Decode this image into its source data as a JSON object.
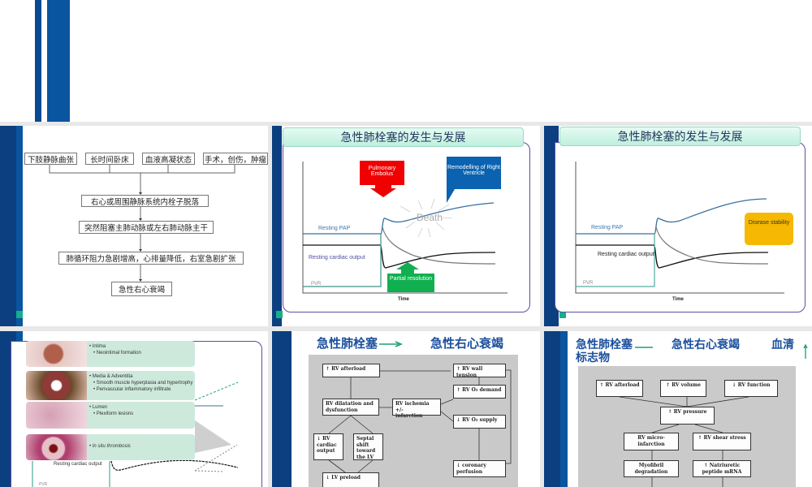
{
  "colors": {
    "slide_blue_dark": "#0b3f7f",
    "slide_blue": "#0a55a0",
    "accent_teal": "#13b08a",
    "pap_line": "#3a78b0",
    "embolus_red": "#f00000",
    "remodel_blue": "#0a62b0",
    "resolution_green": "#10b050",
    "stability_yellow": "#f6b800"
  },
  "slide1": {
    "causes": [
      "下肢静脉曲张",
      "长时间卧床",
      "血液高凝状态",
      "手术，创伤，肿瘤"
    ],
    "steps": [
      "右心或周围静脉系统内栓子脱落",
      "突然阻塞主肺动脉或左右肺动脉主干",
      "肺循环阻力急剧增高，心排量降低，右室急剧扩张",
      "急性右心衰竭"
    ]
  },
  "slide2": {
    "title": "急性肺栓塞的发生与发展",
    "pap": "Resting PAP",
    "co": "Resting cardiac output",
    "pvr": "PVR",
    "time": "Time",
    "embolus": "Pulmonary Embolus",
    "remodel": "Remodelling of Right Ventricle",
    "death": "Death",
    "resolution": "Partial resolution"
  },
  "slide3": {
    "title": "急性肺栓塞的发生与发展",
    "pap": "Resting PAP",
    "co": "Resting cardiac output",
    "pvr": "PVR",
    "time": "Time",
    "stability": "Disease stability"
  },
  "slide4": {
    "panels": [
      {
        "head": "• Intima",
        "items": [
          "• Neointimal formation"
        ]
      },
      {
        "head": "• Media & Adventitia",
        "items": [
          "• Smooth muscle hyperplasia and  hypertrophy",
          "• Perivascular inflammatory infiltrate"
        ]
      },
      {
        "head": "• Lumen",
        "items": [
          "• Plexiform lesions"
        ]
      },
      {
        "head": "• In situ thrombosis",
        "items": []
      }
    ],
    "co": "Resting cardiac output",
    "pvr": "PVR"
  },
  "slide5": {
    "title_left": "急性肺栓塞",
    "title_right": "急性右心衰竭",
    "boxes": [
      "↑ RV afterload",
      "↑ RV wall tension",
      "↑ RV O₂ demand",
      "RV dilatation and\ndysfunction",
      "RV ischemia +/-\ninfarction",
      "↓ RV O₂ supply",
      "↓ RV\ncardiac\noutput",
      "Septal\nshift\ntoward\nthe LV",
      "↓ coronary\nperfusion",
      "↓ LV preload"
    ]
  },
  "slide6": {
    "title_a": "急性肺栓塞",
    "title_b": "急性右心衰竭",
    "title_c": "血清",
    "title_d": "标志物",
    "boxes": [
      "↑ RV afterload",
      "↑ RV volume",
      "↓ RV function",
      "↑ RV pressure",
      "RV micro-infarction",
      "↑ RV shear stress",
      "Myofibril\ndegradation",
      "↑ Natriuretic\npeptide mRNA"
    ]
  }
}
